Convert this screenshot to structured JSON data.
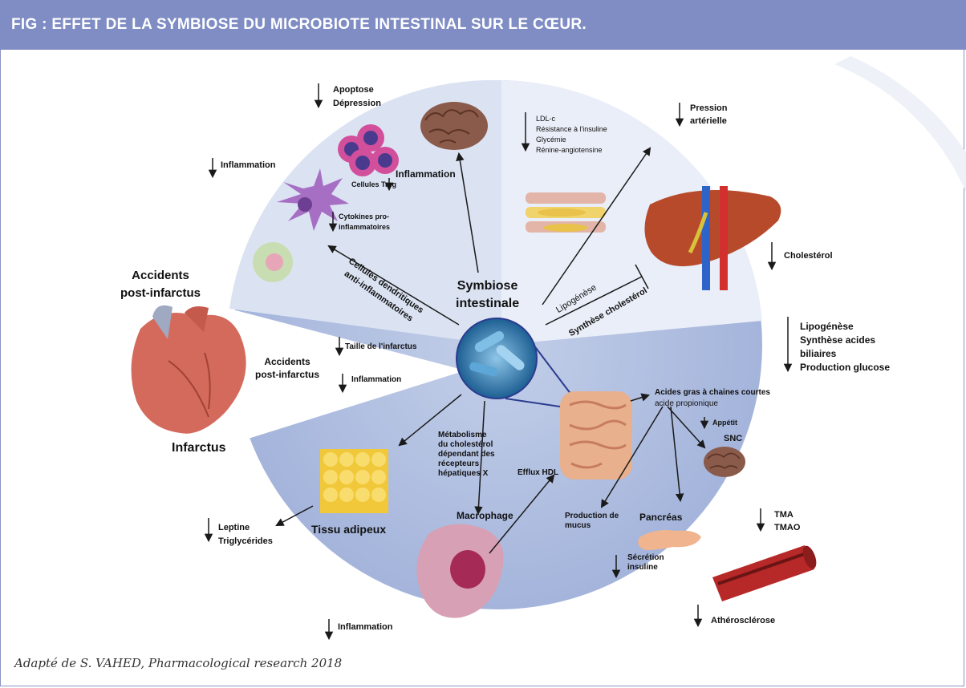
{
  "header": {
    "title": "FIG : EFFET DE LA SYMBIOSE DU MICROBIOTE INTESTINAL SUR LE CŒUR."
  },
  "center": {
    "line1": "Symbiose",
    "line2": "intestinale"
  },
  "labels": {
    "apoptose": "Apoptose",
    "depression": "Dépression",
    "inflammation_top": "Inflammation",
    "inflammation_left": "Inflammation",
    "cellules_treg": "Cellules Treg",
    "cytokines1": "Cytokines pro-",
    "cytokines2": "inflammatoires",
    "cellules_dendritiques1": "Cellules dendritiques",
    "cellules_dendritiques2": "anti-inflammatoires",
    "ldl": "LDL-c",
    "resistance": "Résistance à l'insuline",
    "glycemie": "Glycémie",
    "renine": "Rénine-angiotensine",
    "pression1": "Pression",
    "pression2": "artérielle",
    "cholesterol": "Cholestérol",
    "lipogenese_diag": "Lipogénèse",
    "synthese_chol_diag": "Synthèse cholestérol",
    "lipogenese": "Lipogénèse",
    "synthese_acides1": "Synthèse acides",
    "synthese_acides2": "biliaires",
    "production_glucose": "Production glucose",
    "accidents_big1": "Accidents",
    "accidents_big2": "post-infarctus",
    "accidents_mid1": "Accidents",
    "accidents_mid2": "post-infarctus",
    "taille_infarctus": "Taille de l'infarctus",
    "inflammation_mid": "Inflammation",
    "infarctus": "Infarctus",
    "metabolisme1": "Métabolisme",
    "metabolisme2": "du cholestérol",
    "metabolisme3": "dépendant des",
    "metabolisme4": "récepteurs",
    "metabolisme5": "hépatiques X",
    "efflux": "Efflux HDL",
    "acides_gras": "Acides gras à chaines courtes",
    "acide_propionique": "acide propionique",
    "appetit": "Appétit",
    "snc": "SNC",
    "tissu_adipeux": "Tissu adipeux",
    "leptine": "Leptine",
    "triglycerides": "Triglycérides",
    "macrophage": "Macrophage",
    "production_mucus1": "Production de",
    "production_mucus2": "mucus",
    "pancreas": "Pancréas",
    "secretion1": "Sécrétion",
    "secretion2": "insuline",
    "tma": "TMA",
    "tmao": "TMAO",
    "atherosclerose": "Athérosclérose",
    "inflammation_bottom": "Inflammation"
  },
  "caption": "Adapté de S. VAHED, Pharmacological research 2018",
  "colors": {
    "header_bg": "#7f8dc4",
    "disc_dark": "#a9b8dd",
    "disc_light": "#dce4f3",
    "arrow": "#1a1a1a",
    "link_blue": "#2b3b8f"
  },
  "icons": [
    "brain-icon",
    "treg-cells-icon",
    "dendritic-cell-icon",
    "macrophage-cell-icon",
    "artery-icon",
    "liver-icon",
    "heart-icon",
    "bacteria-icon",
    "intestine-icon",
    "adipose-tissue-icon",
    "pancreas-icon",
    "atherosclerosis-vessel-icon"
  ]
}
